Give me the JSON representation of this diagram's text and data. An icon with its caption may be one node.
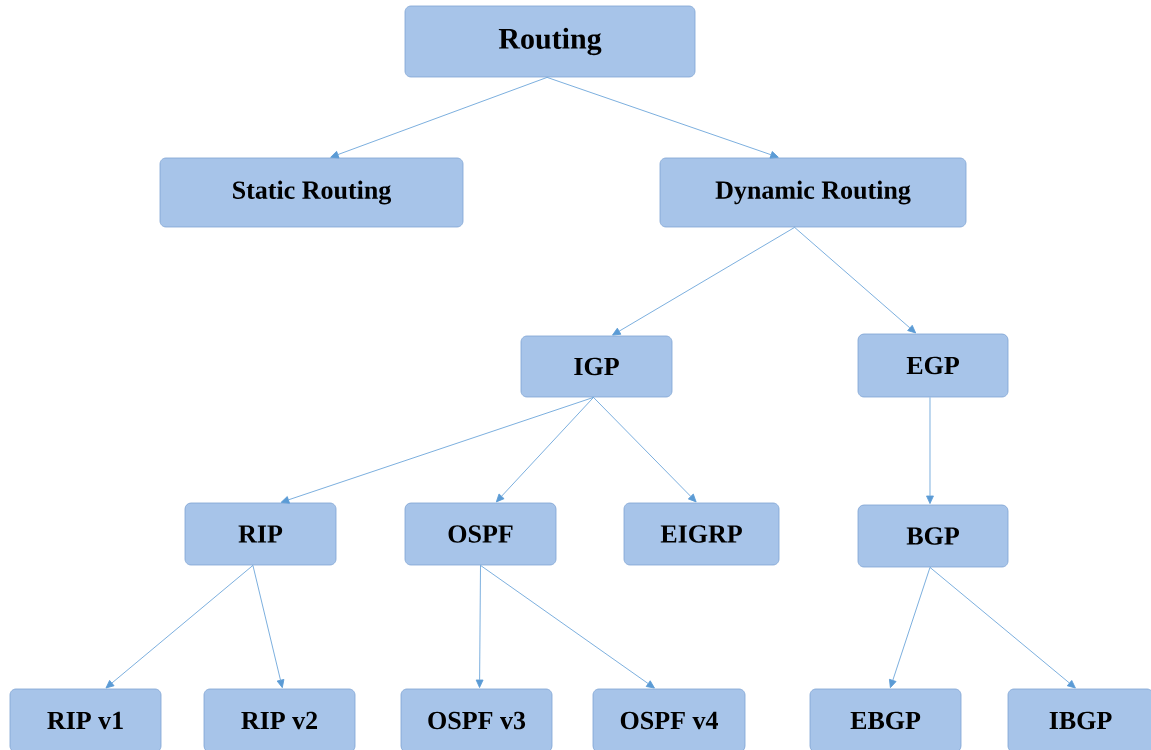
{
  "diagram": {
    "nodes": [
      {
        "text": [
          "Routing"
        ]
      },
      {
        "text": [
          "Static Routing"
        ]
      },
      {
        "text": [
          "Dynamic Routing"
        ]
      },
      {
        "text": [
          "IGP"
        ]
      },
      {
        "text": [
          "EGP"
        ]
      },
      {
        "text": [
          "RIP"
        ]
      },
      {
        "text": [
          "OSPF"
        ]
      },
      {
        "text": [
          "EIGRP"
        ]
      },
      {
        "text": [
          "BGP"
        ]
      },
      {
        "text": [
          "RIP v1"
        ]
      },
      {
        "text": [
          "RIP v2"
        ]
      },
      {
        "text": [
          "OSPF v3"
        ]
      },
      {
        "text": [
          "OSPF v4"
        ]
      },
      {
        "text": [
          "EBGP"
        ]
      },
      {
        "text": [
          "IBGP"
        ]
      }
    ],
    "edges": [
      {
        "from": 0,
        "to": 1,
        "arrow": "to"
      },
      {
        "from": 0,
        "to": 2,
        "arrow": "to"
      },
      {
        "from": 2,
        "to": 3,
        "arrow": "to"
      },
      {
        "from": 2,
        "to": 4,
        "arrow": "to"
      },
      {
        "from": 3,
        "to": 5,
        "arrow": "to"
      },
      {
        "from": 3,
        "to": 6,
        "arrow": "to"
      },
      {
        "from": 3,
        "to": 7,
        "arrow": "to"
      },
      {
        "from": 4,
        "to": 8,
        "arrow": "to"
      },
      {
        "from": 5,
        "to": 9,
        "arrow": "to"
      },
      {
        "from": 5,
        "to": 10,
        "arrow": "to"
      },
      {
        "from": 6,
        "to": 11,
        "arrow": "to"
      },
      {
        "from": 6,
        "to": 12,
        "arrow": "to"
      },
      {
        "from": 8,
        "to": 13,
        "arrow": "to"
      },
      {
        "from": 8,
        "to": 14,
        "arrow": "to"
      }
    ]
  }
}
